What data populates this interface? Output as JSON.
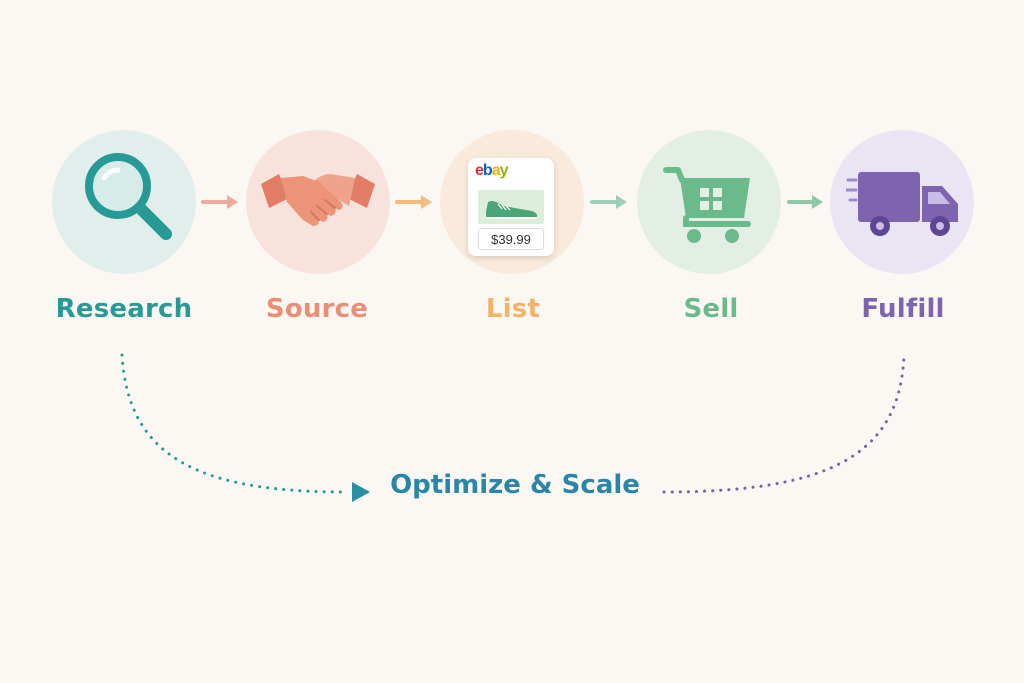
{
  "colors": {
    "background": "#fbf8f4",
    "research": "#279a96",
    "source": "#eb8e76",
    "list": "#f3b369",
    "sell": "#6bba8c",
    "fulfill": "#7e63b0",
    "optimize": "#2a86a6"
  },
  "steps": [
    {
      "label": "Research",
      "icon": "magnifying-glass-icon"
    },
    {
      "label": "Source",
      "icon": "handshake-icon"
    },
    {
      "label": "List",
      "icon": "ebay-listing-card-icon"
    },
    {
      "label": "Sell",
      "icon": "shopping-cart-icon"
    },
    {
      "label": "Fulfill",
      "icon": "delivery-truck-icon"
    }
  ],
  "listing_card": {
    "brand": [
      "e",
      "b",
      "a",
      "y"
    ],
    "brand_colors": [
      "#e53238",
      "#0064d2",
      "#f5af02",
      "#86b817"
    ],
    "price": "$39.99",
    "product_icon": "sneaker-icon"
  },
  "loop_label": "Optimize & Scale"
}
